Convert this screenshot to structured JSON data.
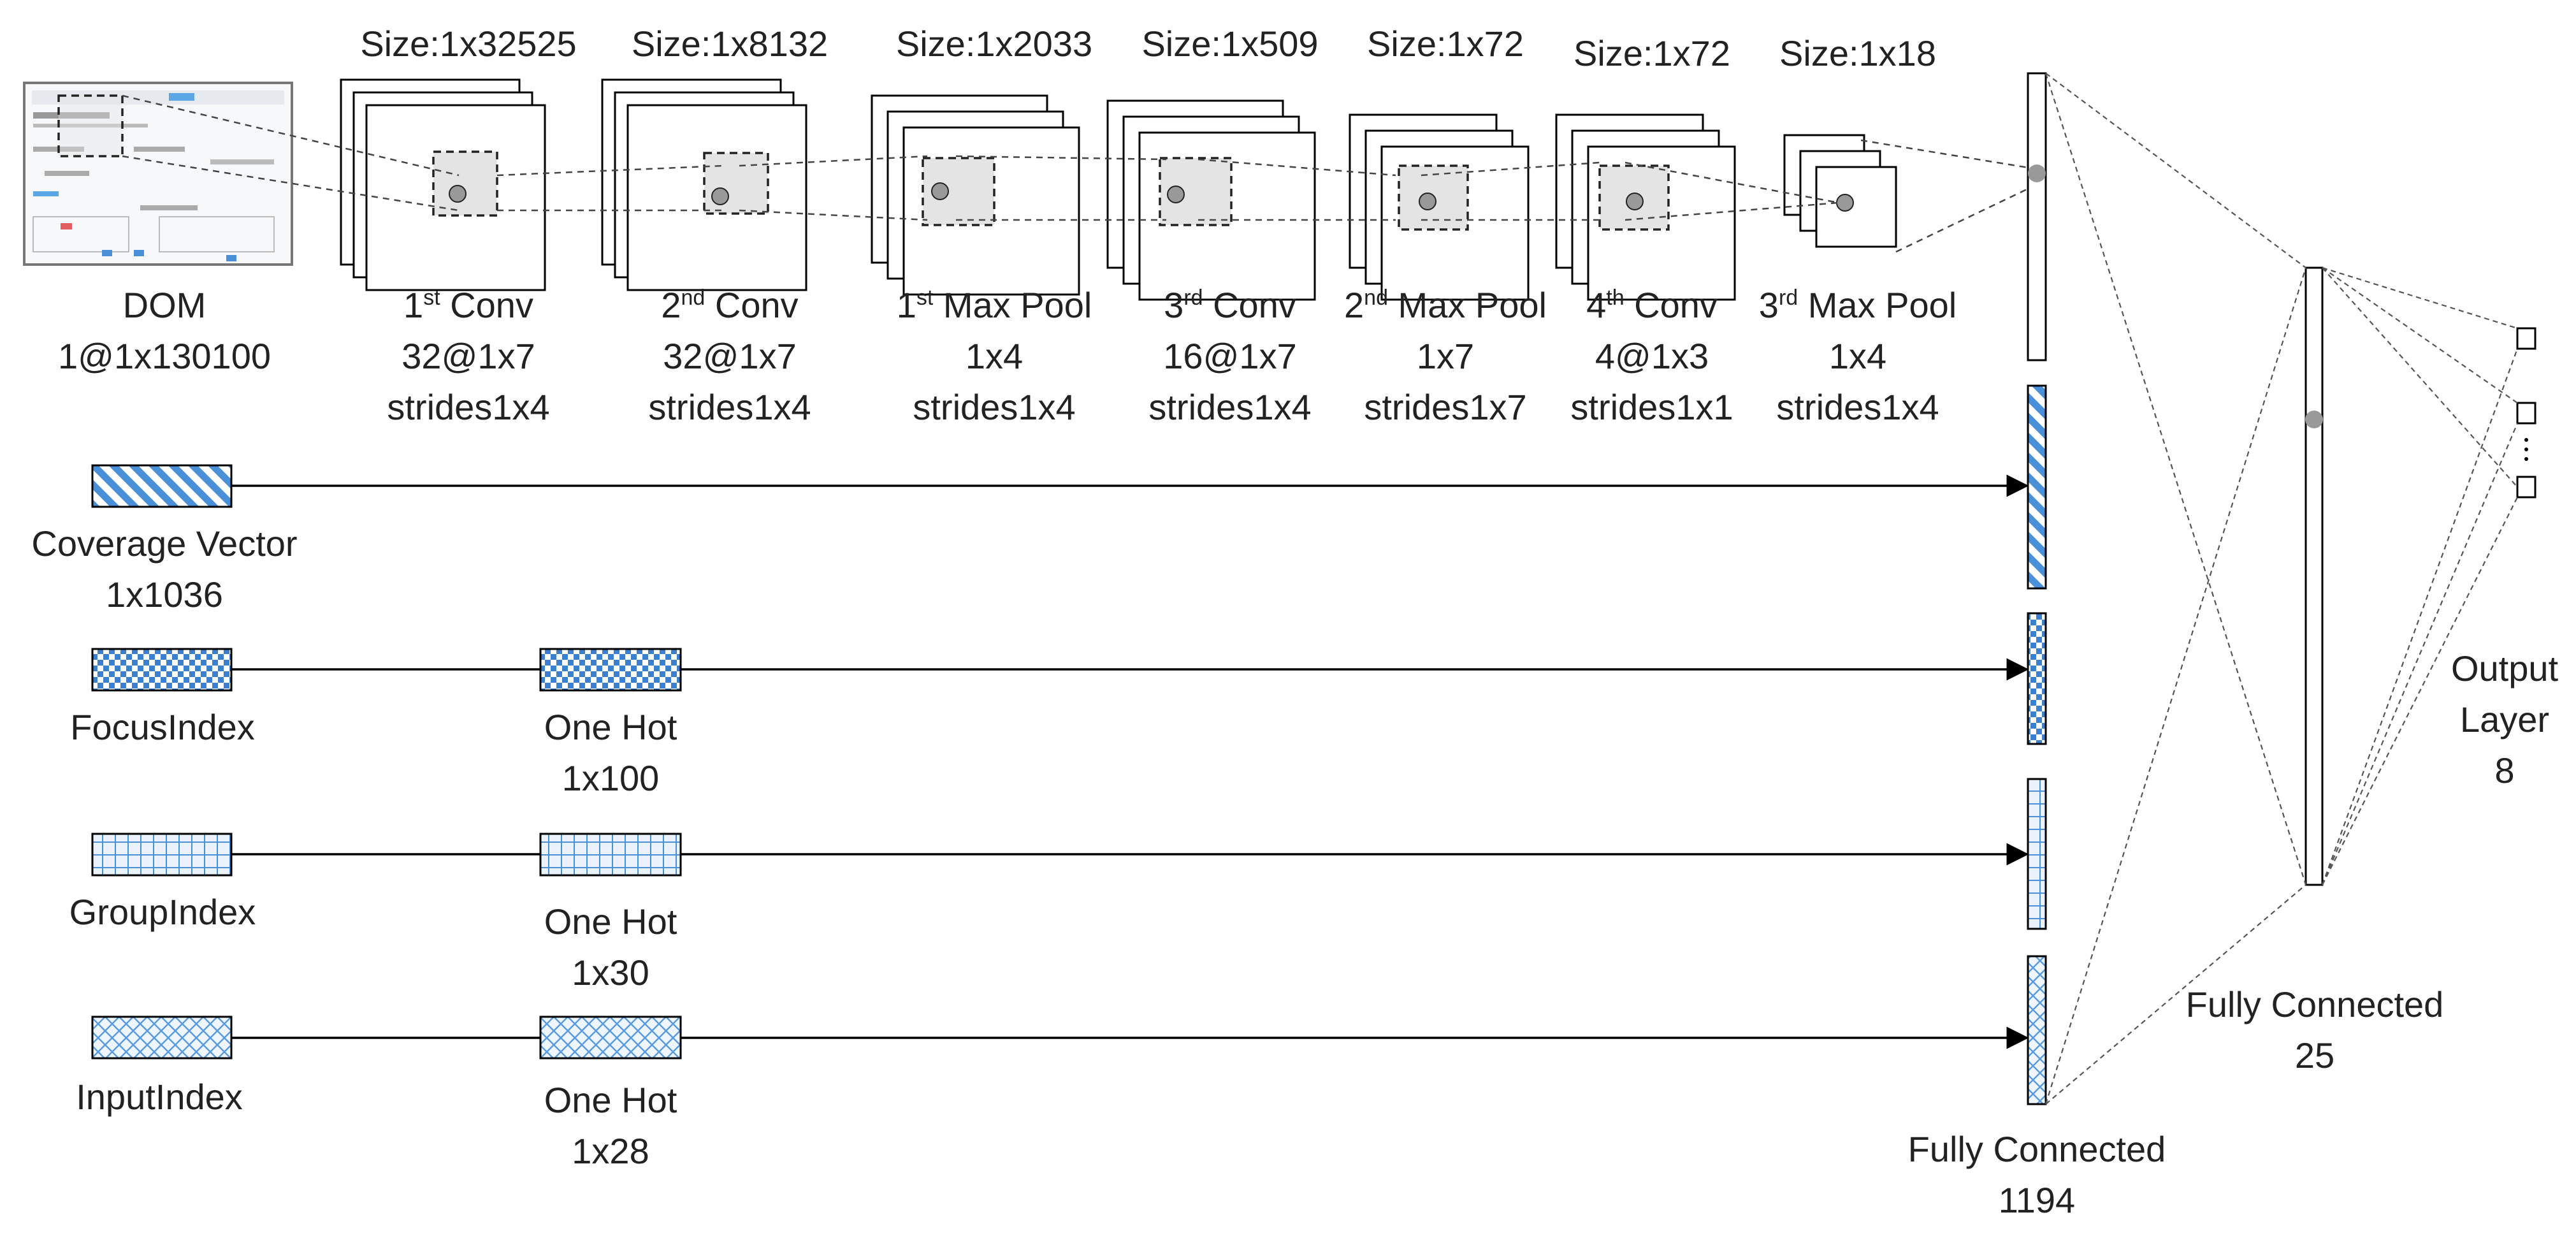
{
  "layers": [
    {
      "size": "Size:1x32525",
      "line1": "1",
      "sup": "st",
      "line1b": " Conv",
      "line2": "32@1x7",
      "line3": "strides1x4"
    },
    {
      "size": "Size:1x8132",
      "line1": "2",
      "sup": "nd",
      "line1b": " Conv",
      "line2": "32@1x7",
      "line3": "strides1x4"
    },
    {
      "size": "Size:1x2033",
      "line1": "1",
      "sup": "st",
      "line1b": " Max Pool",
      "line2": "1x4",
      "line3": "strides1x4"
    },
    {
      "size": "Size:1x509",
      "line1": "3",
      "sup": "rd",
      "line1b": " Conv",
      "line2": "16@1x7",
      "line3": "strides1x4"
    },
    {
      "size": "Size:1x72",
      "line1": "2",
      "sup": "nd",
      "line1b": " Max Pool",
      "line2": "1x7",
      "line3": "strides1x7"
    },
    {
      "size": "Size:1x72",
      "line1": "4",
      "sup": "th",
      "line1b": " Conv",
      "line2": "4@1x3",
      "line3": "strides1x1"
    },
    {
      "size": "Size:1x18",
      "line1": "3",
      "sup": "rd",
      "line1b": " Max Pool",
      "line2": "1x4",
      "line3": "strides1x4"
    }
  ],
  "dom": {
    "title": "DOM",
    "dims": "1@1x130100"
  },
  "inputs": {
    "coverage": {
      "name": "Coverage Vector",
      "dims": "1x1036"
    },
    "focus": {
      "name": "FocusIndex"
    },
    "group": {
      "name": "GroupIndex"
    },
    "input": {
      "name": "InputIndex"
    }
  },
  "onehots": {
    "focus": {
      "name": "One Hot",
      "dims": "1x100"
    },
    "group": {
      "name": "One Hot",
      "dims": "1x30"
    },
    "input": {
      "name": "One Hot",
      "dims": "1x28"
    }
  },
  "fc1": {
    "name": "Fully Connected",
    "dims": "1194"
  },
  "fc2": {
    "name": "Fully Connected",
    "dims": "25"
  },
  "output": {
    "name1": "Output",
    "name2": "Layer",
    "dims": "8"
  },
  "colors": {
    "accent": "#4a90d9",
    "box_fill": "#e4e4e4"
  }
}
